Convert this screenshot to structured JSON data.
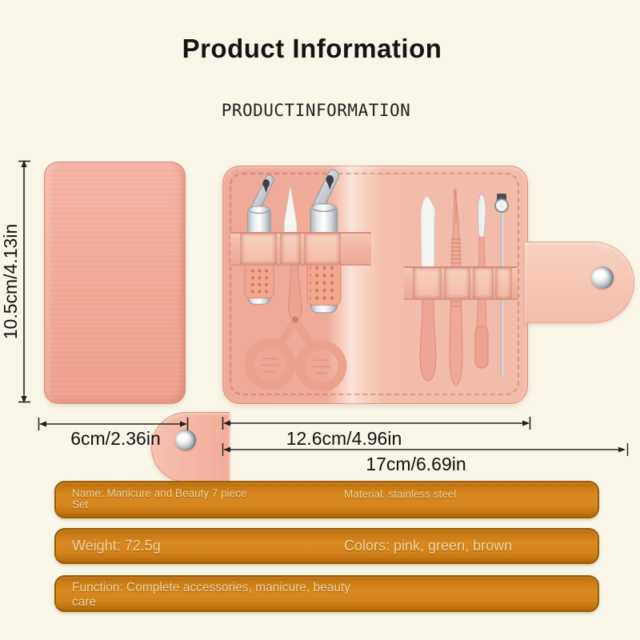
{
  "header": {
    "title": "Product Information",
    "subtitle": "PRODUCTINFORMATION"
  },
  "dimensions": {
    "closed_height": "10.5cm/4.13in",
    "closed_width": "6cm/2.36in",
    "open_inner_width": "12.6cm/4.96in",
    "open_full_width": "17cm/6.69in"
  },
  "info_bars": [
    {
      "left": "Name: Manicure and Beauty 7 piece Set",
      "right": "Material: stainless steel"
    },
    {
      "left": "Weight: 72.5g",
      "right": "Colors: pink, green, brown"
    },
    {
      "left": "Function: Complete accessories, manicure, beauty care",
      "right": ""
    }
  ],
  "product": {
    "tools": [
      "small nail clipper",
      "large nail clipper",
      "nail file",
      "scissors",
      "cuticle knife",
      "tweezers",
      "cuticle pusher",
      "ear pick"
    ]
  },
  "colors": {
    "accent_orange": "#cd7d15",
    "case_pink": "#f2ae9c",
    "background_cream": "#f9f6e9",
    "bar_text": "#f1d4a0"
  }
}
